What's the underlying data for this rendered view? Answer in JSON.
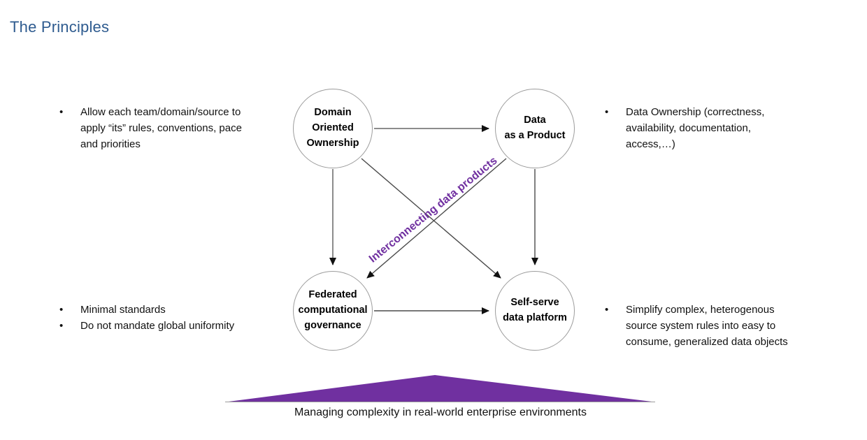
{
  "title": "The Principles",
  "colors": {
    "title_text": "#2E5B8F",
    "accent_purple": "#7030A0",
    "line_gray": "#8C8C8C",
    "line_dark": "#4A4A4A",
    "circle_border": "#9C9C9C",
    "body_text": "#111111"
  },
  "diagram": {
    "nodes": {
      "top_left": "Domain\nOriented\nOwnership",
      "top_right": "Data\nas a Product",
      "bottom_left": "Federated\ncomputational\ngovernance",
      "bottom_right": "Self-serve\ndata platform"
    },
    "center_label": "Interconnecting data products"
  },
  "bullets": {
    "marker": "•",
    "left_top": [
      "Allow each team/domain/source to\napply “its” rules, conventions, pace\nand priorities"
    ],
    "right_top": [
      "Data Ownership (correctness,\navailability, documentation,\naccess,…)"
    ],
    "left_bottom": [
      "Minimal standards",
      "Do not mandate global uniformity"
    ],
    "right_bottom": [
      "Simplify complex, heterogenous\nsource system rules into easy to\nconsume, generalized data objects"
    ]
  },
  "footer": {
    "caption": "Managing complexity in real-world enterprise environments"
  }
}
